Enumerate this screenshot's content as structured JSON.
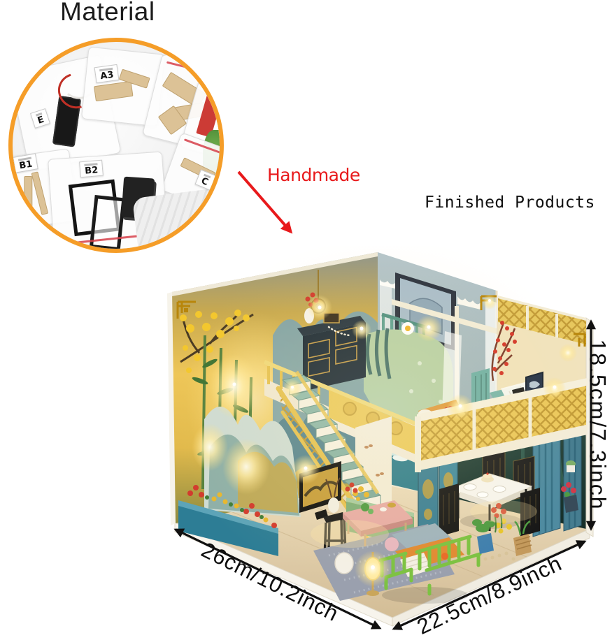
{
  "annotations": {
    "material_label": "Material",
    "handmade_label": "Handmade",
    "finished_label": "Finished Products"
  },
  "dimensions": {
    "height": "18.5cm/7.3inch",
    "width_left": "26cm/10.2inch",
    "width_right": "22.5cm/8.9inch"
  },
  "materials": {
    "bags": [
      {
        "label": "E"
      },
      {
        "label": "A3"
      },
      {
        "label": "B1"
      },
      {
        "label": "B2"
      },
      {
        "label": "C"
      }
    ]
  },
  "colors": {
    "accent_orange": "#F59D28",
    "arrow_red": "#E8191B",
    "dimension_black": "#111111",
    "wall_gold": "#E8C558",
    "railing_yellow": "#EBC85C",
    "planter_teal": "#2D7D95",
    "sofa_green": "#7CC242"
  }
}
